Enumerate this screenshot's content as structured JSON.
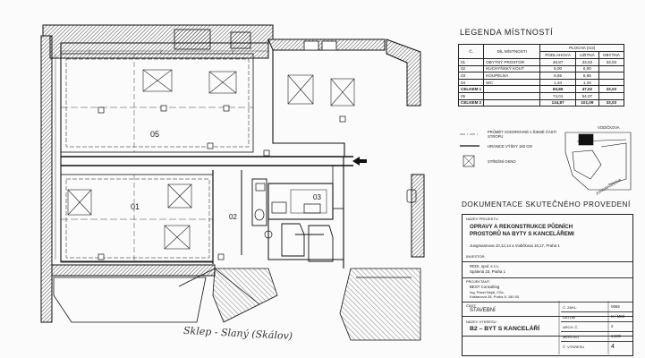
{
  "legend": {
    "title": "LEGENDA MÍSTNOSTÍ",
    "headers": {
      "cislo": "Č.",
      "dil": "DÍL MÍSTNOSTI",
      "plocha": "PLOCHA (m2)",
      "podlahova": "PODLAHOVÁ",
      "uzitna": "UŽITNÁ",
      "obytna": "OBYTNÁ"
    },
    "rows": [
      {
        "c": "01",
        "name": "OBYTNÝ PROSTOR",
        "pod": "46,87",
        "uzi": "33,03",
        "oby": "33,03",
        "bold": false
      },
      {
        "c": "02",
        "name": "KUCHYŇSKÝ KOUT",
        "pod": "6,00",
        "uzi": "6,00",
        "oby": "",
        "bold": false
      },
      {
        "c": "03",
        "name": "KOUPELNA",
        "pod": "6,65",
        "uzi": "6,65",
        "oby": "",
        "bold": false
      },
      {
        "c": "04",
        "name": "WC",
        "pod": "1,34",
        "uzi": "1,34",
        "oby": "",
        "bold": false
      },
      {
        "c": "CELKEM 1",
        "name": "",
        "pod": "60,86",
        "uzi": "47,02",
        "oby": "33,03",
        "bold": true
      },
      {
        "c": "05",
        "name": "",
        "pod": "74,01",
        "uzi": "54,07",
        "oby": "",
        "bold": false
      },
      {
        "c": "CELKEM 2",
        "name": "",
        "pod": "134,87",
        "uzi": "101,09",
        "oby": "33,03",
        "bold": true
      }
    ],
    "symbols": {
      "prumet": "PRŮMĚT VODOROVNÉ A ŠIKMÉ ČÁSTI STROPU",
      "hranice": "HRANICE VÝŠKY 160 CM",
      "stresni": "STŘEŠNÍ OKNO"
    }
  },
  "orientation": {
    "street_top": "VODIČKOVA",
    "street_bottom": "JUNGMANNOVA"
  },
  "rooms": {
    "r05": "05",
    "r01": "01",
    "r02": "02",
    "r03": "03"
  },
  "doc": {
    "title": "DOKUMENTACE SKUTEČNÉHO PROVEDENÍ",
    "nazev_projektu_lbl": "NÁZEV PROJEKTU",
    "project_line1": "OPRAVY A REKONSTRUKCE PŮDNÍCH",
    "project_line2": "PROSTORŮ NA BYTY S KANCELÁŘEMI",
    "address": "Jungmannova 10,12,14 a Vodičkova 16,17, Praha 1",
    "investor_lbl": "INVESTOR:",
    "investor": "REDI, spol. s r.o.",
    "investor_addr": "Spálená 23, Praha 1",
    "projektant_lbl": "PROJEKTANT:",
    "projektant": "BEST Consulting",
    "projektant_name": "Ing. Pavel Nejdl, CSc.",
    "projektant_addr": "Kaštanová 28, Praha 8, 180 00",
    "stupen_lbl": "ČÁST:",
    "stupen": "STAVEBNÍ",
    "nazev_vykresu_lbl": "NÁZEV VÝKRESU:",
    "vykres": "B2 – BYT S KANCELÁŘÍ",
    "meta": [
      {
        "lbl": "Č. ZAKL.",
        "val": "0665"
      },
      {
        "lbl": "DATUM",
        "val": "X / MMI"
      },
      {
        "lbl": "ARCH. Č.",
        "val": "2"
      },
      {
        "lbl": "MĚŘÍTKO",
        "val": "1:100"
      },
      {
        "lbl": "Č. VÝKRESU",
        "val": "4"
      }
    ]
  },
  "handwriting": "Sklep - Slaný (Skálov)"
}
